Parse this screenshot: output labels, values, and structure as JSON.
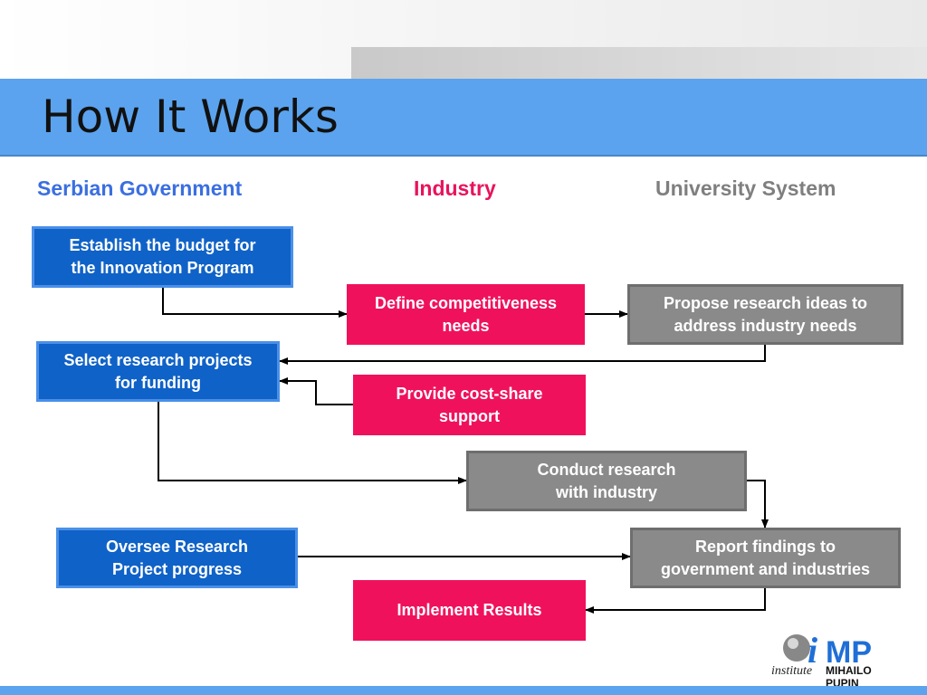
{
  "slide": {
    "title": "How It Works"
  },
  "columns": {
    "government": "Serbian Government",
    "industry": "Industry",
    "university": "University System"
  },
  "colors": {
    "government": "#3b6fe0",
    "industry": "#e8135c",
    "university": "#7f7f7f",
    "title_bar": "#5ba3ee"
  },
  "steps": {
    "establish_budget": "Establish the budget for\nthe Innovation Program",
    "define_needs": "Define competitiveness\nneeds",
    "propose_ideas": "Propose research ideas to\naddress industry needs",
    "select_projects": "Select research projects\nfor funding",
    "cost_share": "Provide cost-share\nsupport",
    "conduct_research": "Conduct research\nwith industry",
    "oversee_progress": "Oversee Research\nProject progress",
    "report_findings": "Report findings to\ngovernment and industries",
    "implement_results": "Implement Results"
  },
  "logo": {
    "institute": "institute",
    "name": "MIHAILO PUPIN",
    "mark": "iMP"
  }
}
